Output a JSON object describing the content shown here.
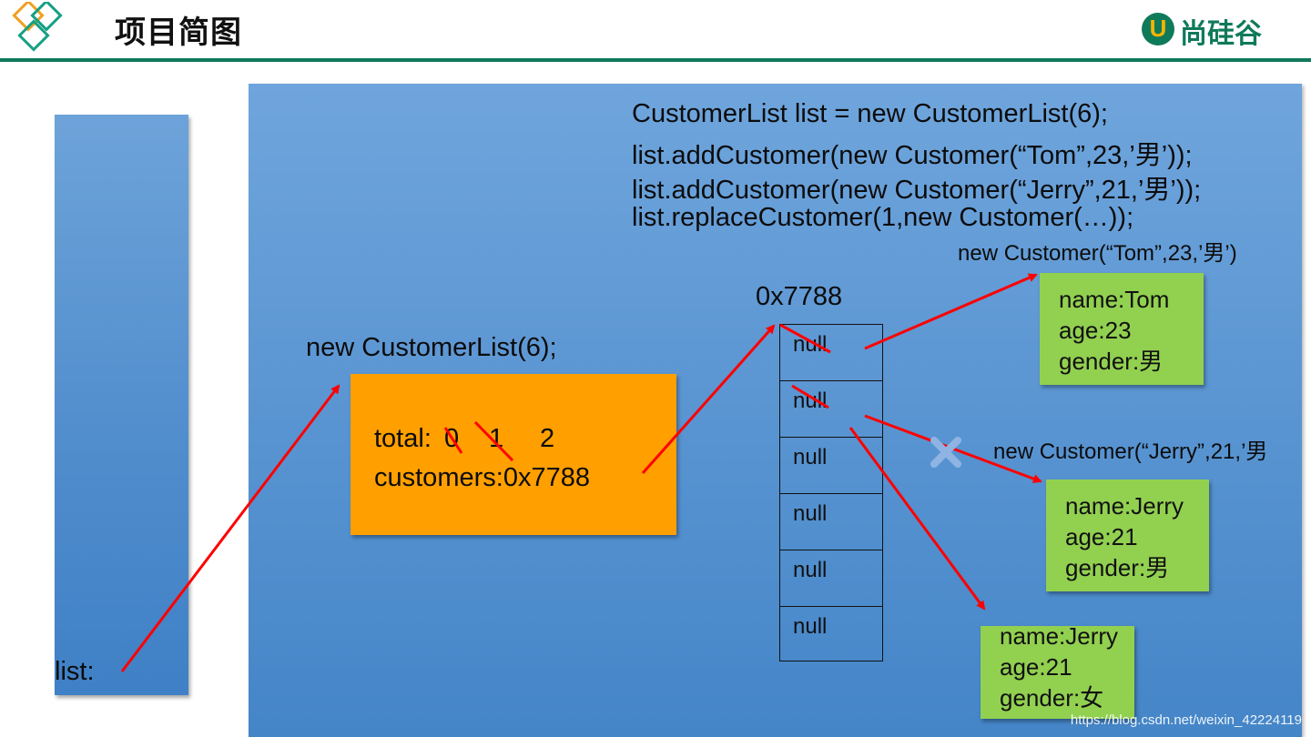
{
  "header": {
    "title": "项目简图",
    "logo_text": "尚硅谷",
    "logo_letter": "U"
  },
  "stack": {
    "label": "list:"
  },
  "code_lines": [
    "CustomerList list = new CustomerList(6);",
    "list.addCustomer(new Customer(“Tom”,23,’男’));",
    "list.addCustomer(new Customer(“Jerry”,21,’男’));",
    "list.replaceCustomer(1,new Customer(…));"
  ],
  "customer_list": {
    "caption": "new CustomerList(6);",
    "total_label": "total:",
    "total_values": [
      "0",
      "1",
      "2"
    ],
    "customers_line": "customers:0x7788"
  },
  "array": {
    "address": "0x7788",
    "cells": [
      "null",
      "null",
      "null",
      "null",
      "null",
      "null"
    ]
  },
  "tom": {
    "caption": "new Customer(“Tom”,23,’男’)",
    "name": "name:Tom",
    "age": "age:23",
    "gender": "gender:男"
  },
  "jerry_old": {
    "caption": "new Customer(“Jerry”,21,’男",
    "name": "name:Jerry",
    "age": "age:21",
    "gender": "gender:男"
  },
  "jerry_new": {
    "name": "name:Jerry",
    "age": "age:21",
    "gender": "gender:女"
  },
  "watermark": "https://blog.csdn.net/weixin_42224119",
  "colors": {
    "accent_green": "#0f7a5a",
    "arrow_red": "#ff0000",
    "object_orange": "#ff9f00",
    "object_green": "#92d050",
    "memory_blue": "#5a95d2",
    "cross_blue": "#8fb4e3"
  }
}
